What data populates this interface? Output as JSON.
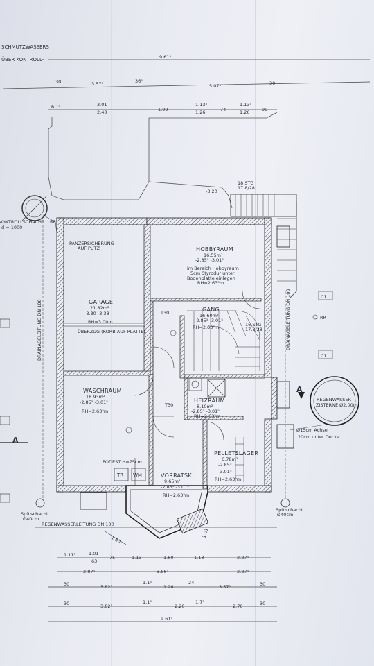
{
  "header": {
    "line1": "SCHMUTZWASSERS",
    "line2": "ÜBER KONTROLL-",
    "total_top": "9.61⁵"
  },
  "top_dims": {
    "row1": [
      "30",
      "3.57⁵",
      "36⁵",
      "5.07⁵",
      "30"
    ],
    "row2": [
      "6 1⁵",
      "3.01",
      "2.40",
      "1.99",
      "1.13⁵",
      "1.26",
      "74",
      "1.13⁵",
      "1.26",
      "99"
    ]
  },
  "stair_top": {
    "count": "18 STG",
    "ratio": "17.8/28",
    "level": "-3.20"
  },
  "rooms": {
    "garage": {
      "name": "GARAGE",
      "area": "21.82m²",
      "levels": "-3.30  -3.38",
      "rh": "RH=3.00m",
      "note_top": "PANZERSICHERUNG",
      "note_top2": "AUF PUTZ",
      "note_bottom": "ÜBERZUG (KORB AUF PLATTE)"
    },
    "hobby": {
      "name": "HOBBYRAUM",
      "area": "16.55m²",
      "levels": "-2.85⁵  -3.01⁵",
      "note1": "im Bereich Hobbyraum",
      "note2": "5cm Styrodur unter",
      "note3": "Bodenplatte einlegen",
      "rh": "RH=2.63⁵m"
    },
    "gang": {
      "name": "GANG",
      "area": "16.60m²",
      "levels": "-2.85⁵  -3.01⁵",
      "rh": "RH=2.63⁵m"
    },
    "wasch": {
      "name": "WASCHRAUM",
      "area": "18.93m²",
      "levels": "-2.85⁵  -3.01⁵",
      "rh": "RH=2.63⁵m"
    },
    "heiz": {
      "name": "HEIZRAUM",
      "area": "8.10m²",
      "levels": "-2.85⁵  -3.01⁵",
      "rh": "RH=2.63⁵m"
    },
    "pellets": {
      "name": "PELLETSLAGER",
      "area": "6.78m²",
      "levels": "-2.85⁵",
      "level2": "-3.01⁵",
      "rh": "RH=2.63⁵m"
    },
    "vorrat": {
      "name": "VORRATSK.",
      "area": "9.65m²",
      "levels": "-2.85⁵  -3.01⁵",
      "rh": "RH=2.63⁵m"
    }
  },
  "labels": {
    "kontrollschacht": "KONTROLLSCHACHT",
    "kontroll_d": "d = 1000",
    "rr": "RR",
    "rr2": "RR",
    "stg_inner": "16 STG",
    "stg_inner_ratio": "17.8/28",
    "t30a": "T30",
    "t30b": "T30",
    "tr": "TR",
    "wm": "WM",
    "regen1": "REGENWASSER-",
    "regen2": "ZISTERNE Ø2.00m",
    "achse1": "Ø15cm Achse",
    "achse2": "20cm unter Decke",
    "spalt1": "Spülschacht",
    "spalt1b": "Ø40cm",
    "spalt2": "Spülschacht",
    "spalt2b": "Ø40cm",
    "section_a_left": "A",
    "section_a_right": "A",
    "c1": "C1",
    "c2": "C1",
    "drain_left": "DRAINAGELEITUNG DN 100",
    "drain_right": "DRAINAGELEITUNG DN 100",
    "regen_line": "REGENWASSERLEITUNG DN 100",
    "podest": "PODEST H=75cm",
    "dim160": "1.60",
    "dim_side": "1.01"
  },
  "bottom_dims": {
    "row1": [
      "1.11⁵",
      "1.01",
      "75",
      "1.13",
      "1.60",
      "1.13",
      "2.87⁵"
    ],
    "row1b": [
      "63"
    ],
    "row2": [
      "2.87⁵",
      "3.86⁵",
      "2.87⁵"
    ],
    "row3": [
      "30",
      "3.82⁵",
      "1.1⁵",
      "1.26",
      "24",
      "3.57⁵",
      "30"
    ],
    "row4": [
      "30",
      "3.82⁵",
      "1.1⁵",
      "2.20",
      "1.7⁵",
      "2.70",
      "30"
    ],
    "total": "9.61⁵"
  }
}
